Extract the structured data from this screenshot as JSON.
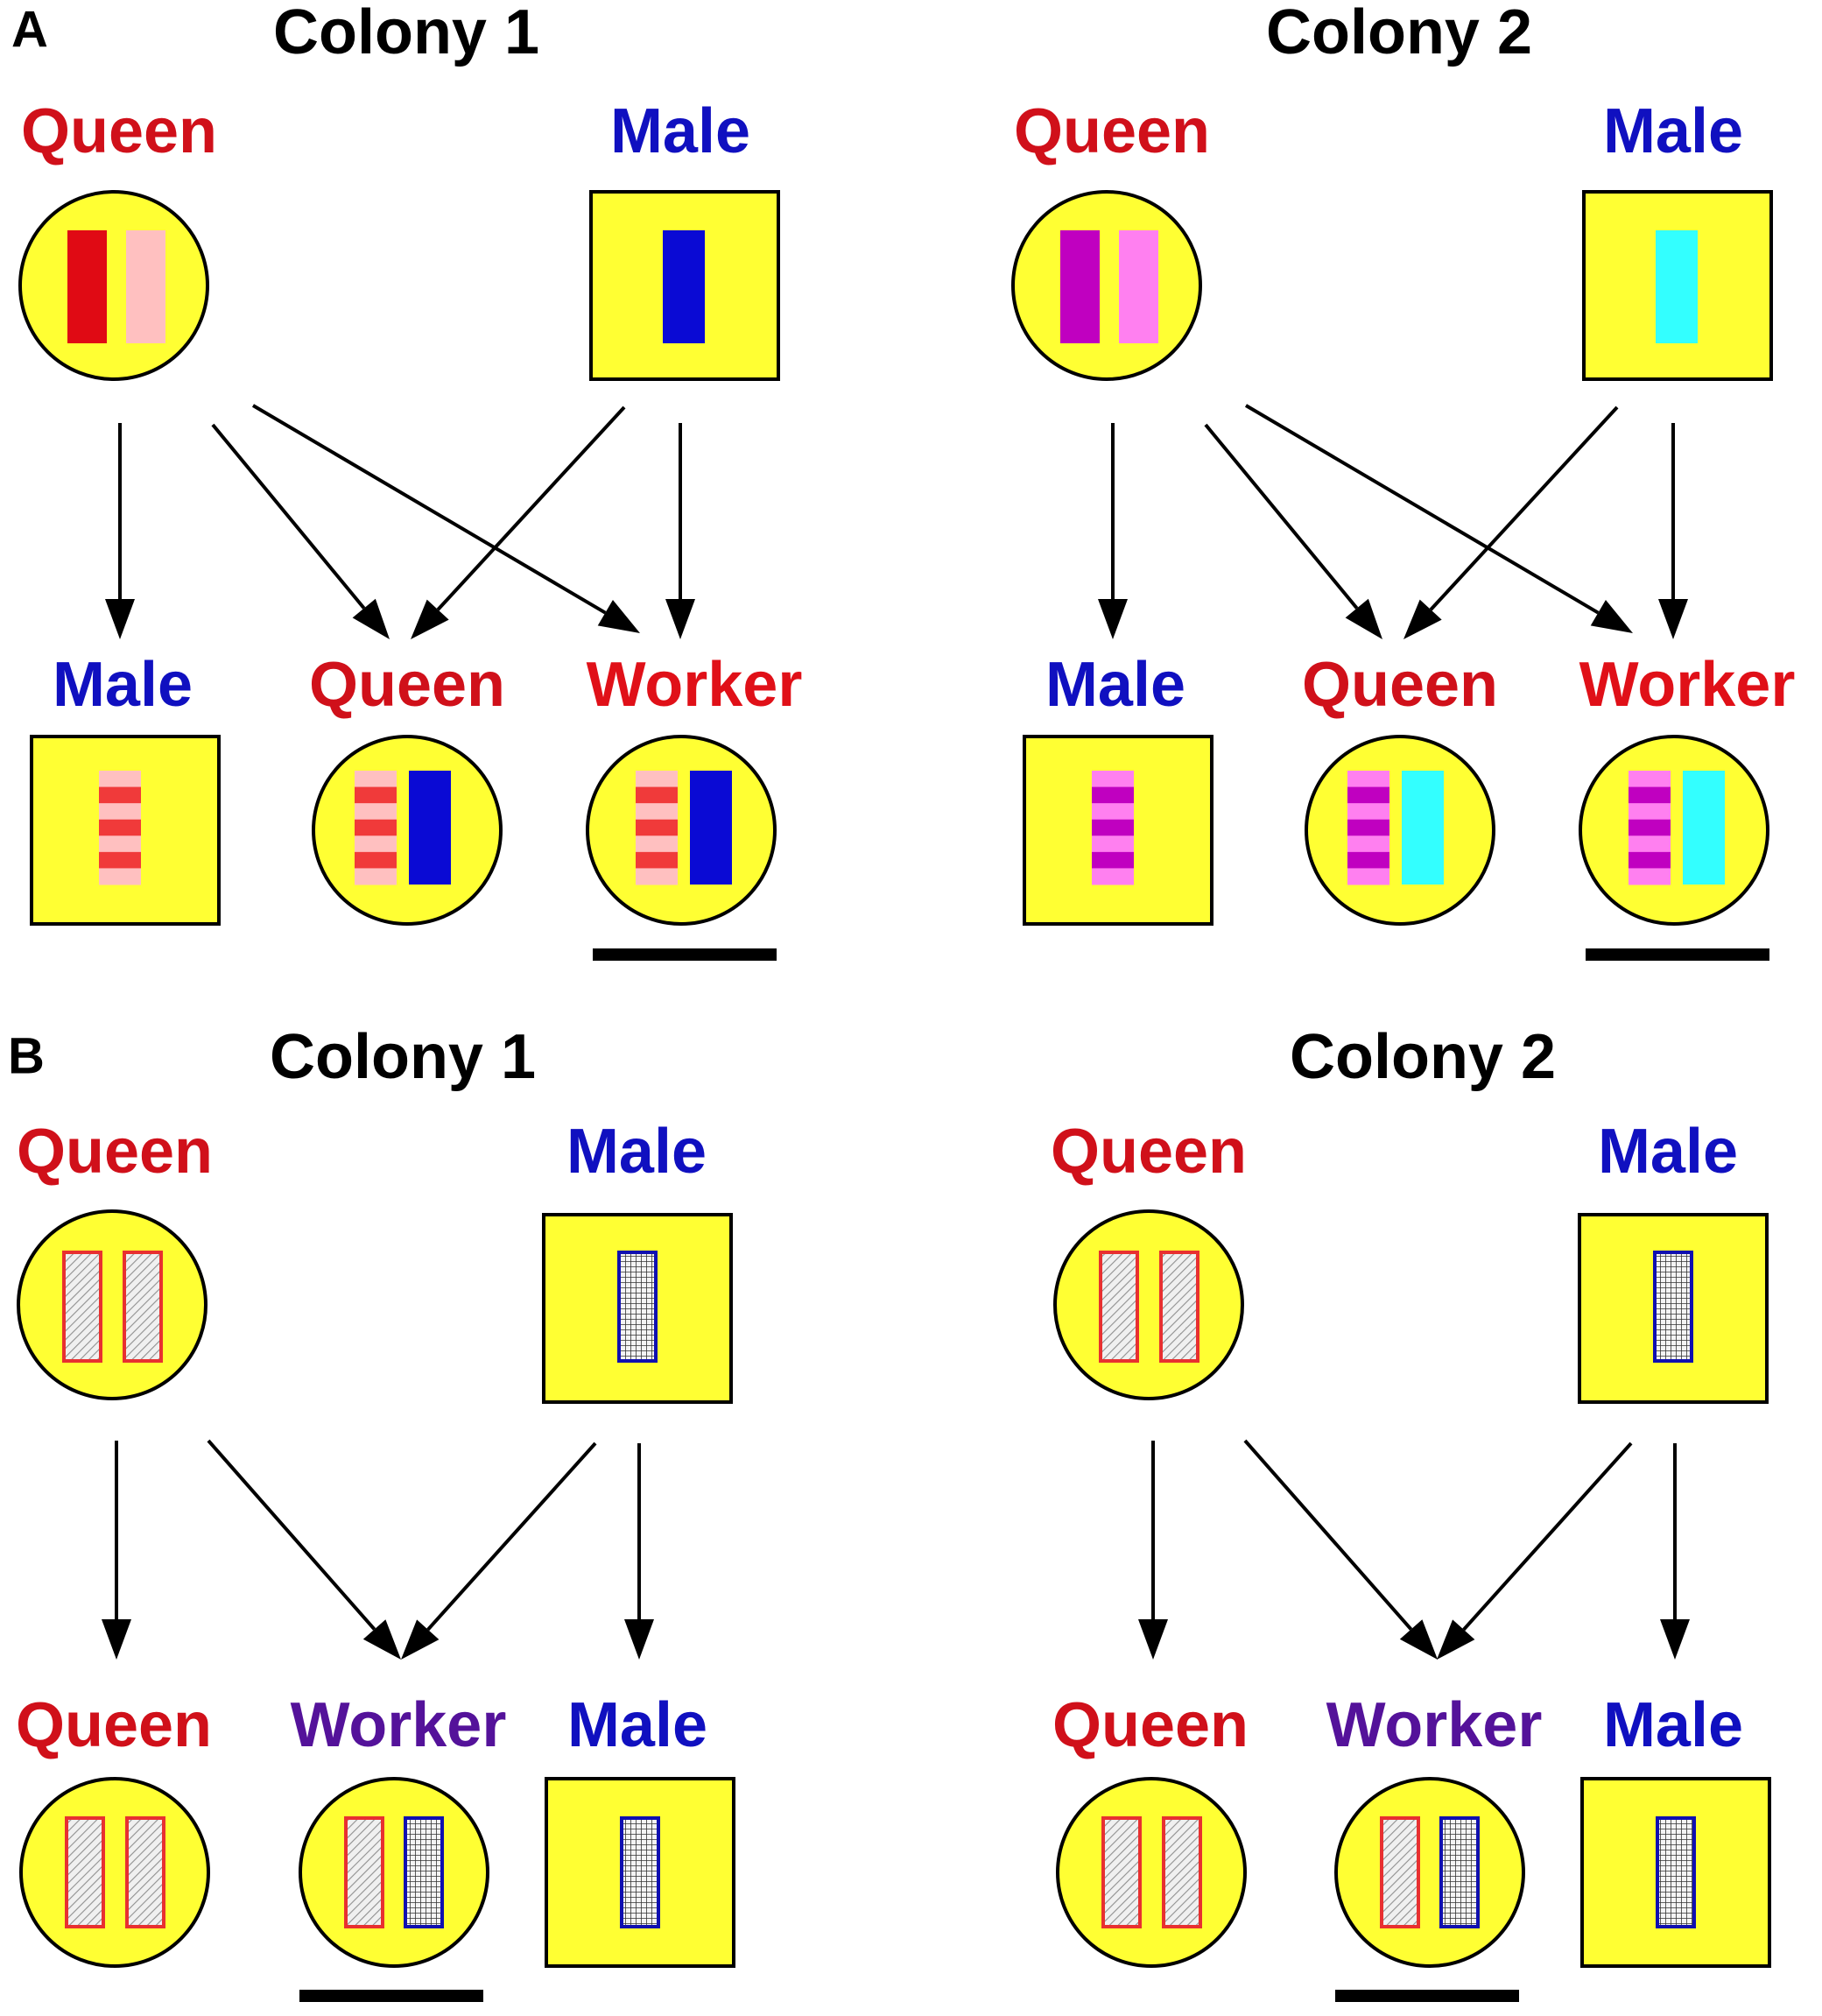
{
  "colors": {
    "queen_label": "#d0101a",
    "male_label": "#1010c0",
    "worker_label_A": "#e01018",
    "worker_label_B": "#54129a",
    "body_fill": "#ffff33",
    "outline": "#000000",
    "arrow": "#000000",
    "A_c1_queen_allele1": "#e00a14",
    "A_c1_queen_allele2": "#ffc0c0",
    "A_c1_male_allele": "#0a0ad4",
    "A_c1_mosaic_light": "#ffc0c0",
    "A_c1_mosaic_dark": "#f03a3a",
    "A_c2_queen_allele1": "#c000c0",
    "A_c2_queen_allele2": "#ff80f0",
    "A_c2_male_allele": "#33ffff",
    "A_c2_mosaic_light": "#ff80f0",
    "A_c2_mosaic_dark": "#c000c0",
    "B_maternal_outline": "#e83030",
    "B_paternal_outline": "#1010b0",
    "B_maternal_pattern": "diagonal-hatch",
    "B_paternal_pattern": "cross-hatch"
  },
  "panels": [
    {
      "letter": "A",
      "colonies": [
        {
          "title": "Colony 1",
          "queen_label": "Queen",
          "male_label": "Male",
          "offspring_labels": [
            "Male",
            "Queen",
            "Worker"
          ]
        },
        {
          "title": "Colony 2",
          "queen_label": "Queen",
          "male_label": "Male",
          "offspring_labels": [
            "Male",
            "Queen",
            "Worker"
          ]
        }
      ]
    },
    {
      "letter": "B",
      "colonies": [
        {
          "title": "Colony 1",
          "queen_label": "Queen",
          "male_label": "Male",
          "offspring_labels": [
            "Queen",
            "Worker",
            "Male"
          ]
        },
        {
          "title": "Colony 2",
          "queen_label": "Queen",
          "male_label": "Male",
          "offspring_labels": [
            "Queen",
            "Worker",
            "Male"
          ]
        }
      ]
    }
  ]
}
